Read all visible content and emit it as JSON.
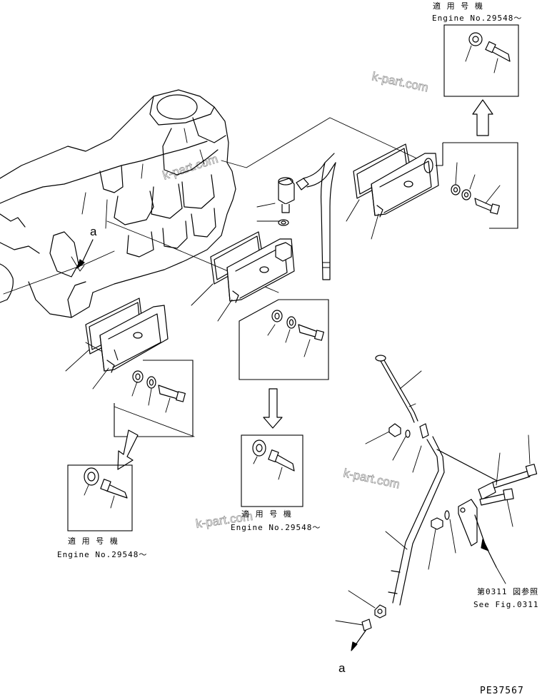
{
  "annotations": {
    "applicable_jp": "適 用 号 機",
    "engine_no": "Engine No.29548～",
    "see_fig_jp": "第0311 図参照",
    "see_fig_en": "See Fig.0311"
  },
  "labels": {
    "a_top": "a",
    "a_bottom": "a"
  },
  "drawing_code": "PE37567",
  "watermark": "k-part.com"
}
